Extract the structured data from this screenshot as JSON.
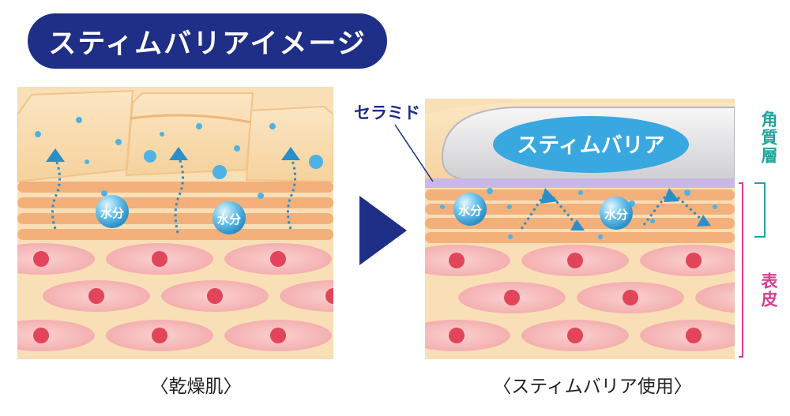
{
  "title": "スティムバリアイメージ",
  "labels": {
    "moisture": "水分",
    "ceramide": "セラミド",
    "barrier": "スティムバリア",
    "stratum_corneum": "角質層",
    "epidermis": "表皮"
  },
  "captions": {
    "left": "〈乾燥肌〉",
    "right": "〈スティムバリア使用〉"
  },
  "colors": {
    "navy": "#1f2e86",
    "water_blue": "#3aa6dc",
    "corneum_teal": "#1ea59a",
    "epidermis_pink": "#d63d8e"
  }
}
